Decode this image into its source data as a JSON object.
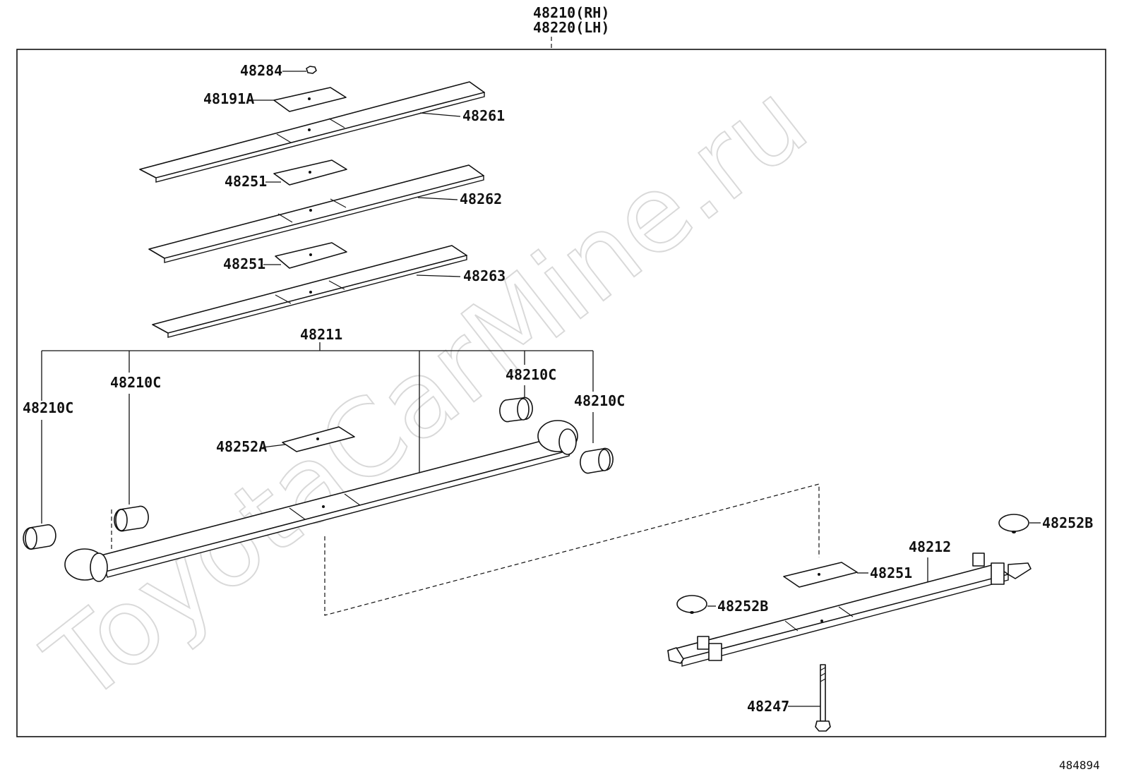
{
  "labels": {
    "assy_rh": "48210(RH)",
    "assy_lh": "48220(LH)",
    "nut": "48284",
    "plate_a": "48191A",
    "leaf_1": "48261",
    "insert_1": "48251",
    "leaf_2": "48262",
    "insert_2": "48251",
    "leaf_3": "48263",
    "main_leaf": "48211",
    "bushing_far_left": "48210C",
    "bushing_left": "48210C",
    "bushing_right_upper": "48210C",
    "bushing_right": "48210C",
    "insert_main": "48252A",
    "insert_b_upper": "48252B",
    "leaf_sub": "48212",
    "insert_sub": "48251",
    "insert_b_lower": "48252B",
    "center_bolt": "48247"
  },
  "diagram_id": "484894",
  "watermark": "ToyotaCarMine.ru"
}
